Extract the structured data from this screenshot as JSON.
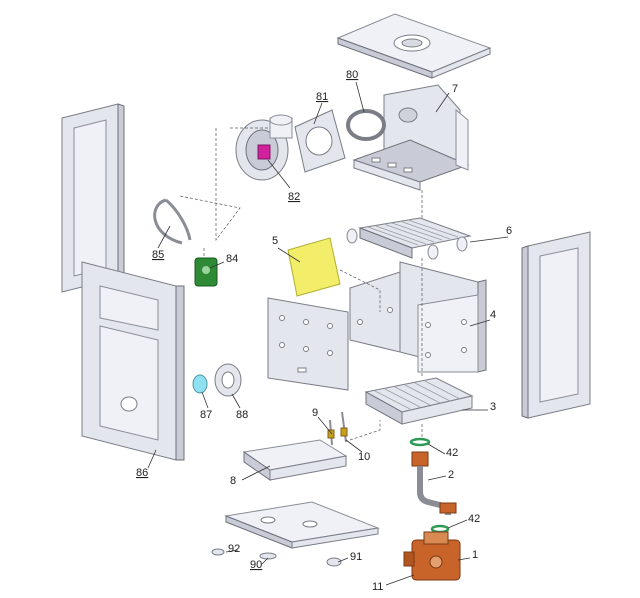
{
  "callouts": [
    {
      "id": "c7",
      "text": "7"
    },
    {
      "id": "c80",
      "text": "80"
    },
    {
      "id": "c81",
      "text": "81"
    },
    {
      "id": "c82",
      "text": "82"
    },
    {
      "id": "c85",
      "text": "85"
    },
    {
      "id": "c84",
      "text": "84"
    },
    {
      "id": "c5",
      "text": "5"
    },
    {
      "id": "c6",
      "text": "6"
    },
    {
      "id": "c4",
      "text": "4"
    },
    {
      "id": "c3",
      "text": "3"
    },
    {
      "id": "c9",
      "text": "9"
    },
    {
      "id": "c10",
      "text": "10"
    },
    {
      "id": "c42a",
      "text": "42"
    },
    {
      "id": "c2",
      "text": "2"
    },
    {
      "id": "c42b",
      "text": "42"
    },
    {
      "id": "c1",
      "text": "1"
    },
    {
      "id": "c11",
      "text": "11"
    },
    {
      "id": "c87",
      "text": "87"
    },
    {
      "id": "c88",
      "text": "88"
    },
    {
      "id": "c86",
      "text": "86"
    },
    {
      "id": "c8",
      "text": "8"
    },
    {
      "id": "c92",
      "text": "92"
    },
    {
      "id": "c90",
      "text": "90"
    },
    {
      "id": "c91",
      "text": "91"
    }
  ],
  "colors": {
    "gasket_yellow": "#f2ee6a",
    "fan_magenta": "#d0229b",
    "switch_green": "#2f8a35",
    "glass_cyan": "#8fe0f0",
    "valve_orange": "#c8642a",
    "ring_green": "#2d9a55"
  }
}
